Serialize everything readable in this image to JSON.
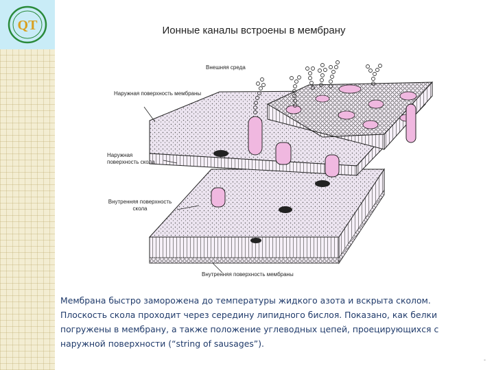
{
  "slide": {
    "title": "Ионные каналы встроены в мембрану",
    "logo_text": "QT",
    "caption": "Мембрана быстро заморожена до температуры жидкого азота и вскрыта сколом. Плоскость скола проходит через середину липидного бислоя. Показано, как белки погружены в мембрану, а также положение углеводных цепей, проецирующихся с наружной поверхности (“string of sausages”).",
    "corner_mark": "-"
  },
  "figure": {
    "labels": {
      "external_env": "Внешняя среда",
      "outer_membrane_surface": "Наружная поверхность мембраны",
      "outer_fracture_surface_1": "Наружная",
      "outer_fracture_surface_2": "поверхность скола",
      "inner_fracture_surface_1": "Внутренняя поверхность",
      "inner_fracture_surface_2": "скола",
      "inner_membrane_surface": "Внутренняя поверхность мембраны"
    },
    "colors": {
      "membrane_fill": "#ece4f0",
      "protein": "#f0b8e0",
      "outline": "#222222",
      "accent_text": "#1f3a6a"
    }
  }
}
